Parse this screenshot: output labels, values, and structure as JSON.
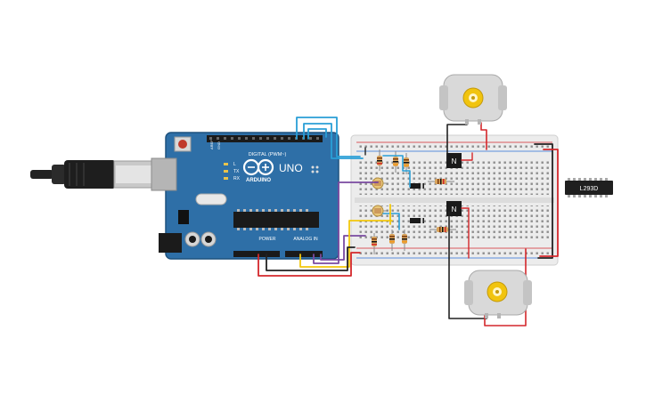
{
  "arduino": {
    "brand": "ARDUINO",
    "model": "UNO",
    "digital_label": "DIGITAL (PWM~)",
    "power_label": "POWER",
    "analog_label": "ANALOG IN",
    "tx_label": "TX",
    "rx_label": "RX",
    "l_label": "L",
    "aref_label": "AREF",
    "gnd_label": "GND"
  },
  "chip": {
    "label": "L293D"
  },
  "colors": {
    "board": "#2e6fa7",
    "breadboard": "#ececec",
    "wire_red": "#d4272b",
    "wire_black": "#222222",
    "wire_blue": "#2a9fd6",
    "wire_yellow": "#f2c80c",
    "wire_purple": "#7a4aa0",
    "motor_body": "#d9d9d9",
    "motor_gear": "#f1c40f"
  }
}
